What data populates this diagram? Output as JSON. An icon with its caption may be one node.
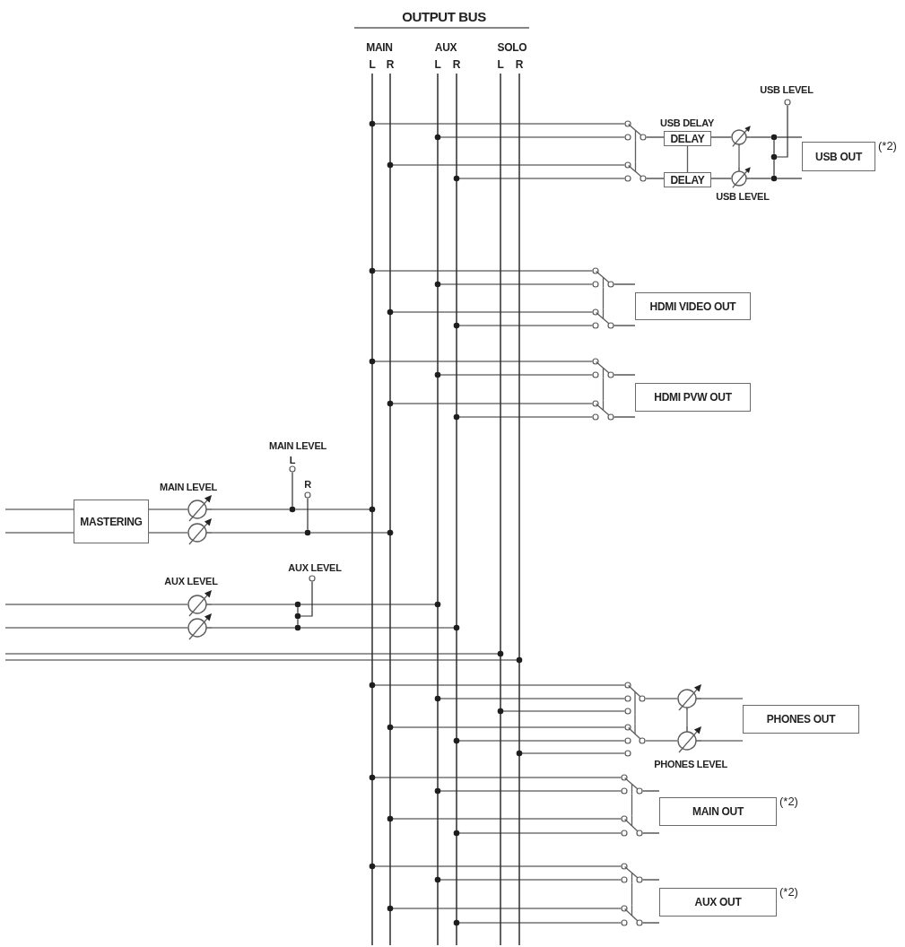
{
  "diagram": {
    "nodes": [
      {
        "text": [],
        "shape": "bar",
        "beside": [
          "L"
        ]
      },
      {
        "text": [],
        "shape": "bar",
        "beside": [
          "R"
        ]
      },
      {
        "text": [],
        "shape": "bar",
        "beside": [
          "L"
        ]
      },
      {
        "text": [],
        "shape": "bar",
        "beside": [
          "R"
        ]
      },
      {
        "text": [],
        "shape": "bar",
        "beside": [
          "L"
        ]
      },
      {
        "text": [],
        "shape": "bar",
        "beside": [
          "R"
        ]
      },
      {
        "text": [],
        "shape": "circle",
        "beside": [
          "USB LEVEL"
        ]
      },
      {
        "text": [],
        "shape": "switch"
      },
      {
        "text": [
          "DELAY"
        ],
        "beside": [
          "USB DELAY"
        ]
      },
      {
        "text": [],
        "shape": "dial"
      },
      {
        "text": [],
        "shape": "dot"
      },
      {
        "text": [
          "USB OUT"
        ],
        "beside": [
          "(*2)"
        ]
      },
      {
        "text": [],
        "shape": "dot"
      },
      {
        "text": [],
        "shape": "switch"
      },
      {
        "text": [
          "DELAY"
        ]
      },
      {
        "text": [],
        "shape": "dial",
        "beside": [
          "USB LEVEL"
        ]
      },
      {
        "text": [],
        "shape": "dot"
      },
      {
        "text": [],
        "shape": "switch"
      },
      {
        "text": [
          "HDMI VIDEO OUT"
        ]
      },
      {
        "text": [],
        "shape": "switch"
      },
      {
        "text": [],
        "shape": "switch"
      },
      {
        "text": [
          "HDMI PVW OUT"
        ]
      },
      {
        "text": [],
        "shape": "switch"
      },
      {
        "text": [],
        "shape": "circle",
        "beside": [
          "L"
        ]
      },
      {
        "text": [],
        "shape": "circle",
        "beside": [
          "R"
        ]
      },
      {
        "text": [
          "MASTERING"
        ]
      },
      {
        "text": [],
        "shape": "dial",
        "beside": [
          "MAIN LEVEL"
        ]
      },
      {
        "text": [],
        "shape": "dot"
      },
      {
        "text": [],
        "shape": "dial"
      },
      {
        "text": [],
        "shape": "dot"
      },
      {
        "text": [],
        "shape": "circle",
        "beside": [
          "AUX LEVEL"
        ]
      },
      {
        "text": [],
        "shape": "dial",
        "beside": [
          "AUX LEVEL"
        ]
      },
      {
        "text": [],
        "shape": "dot"
      },
      {
        "text": [],
        "shape": "dot"
      },
      {
        "text": [],
        "shape": "dial"
      },
      {
        "text": [],
        "shape": "dot"
      },
      {
        "text": [],
        "shape": "switch"
      },
      {
        "text": [],
        "shape": "dial"
      },
      {
        "text": [
          "PHONES OUT"
        ]
      },
      {
        "text": [],
        "shape": "switch"
      },
      {
        "text": [],
        "shape": "dial",
        "beside": [
          "PHONES LEVEL"
        ]
      },
      {
        "text": [],
        "shape": "switch"
      },
      {
        "text": [
          "MAIN OUT"
        ],
        "beside": [
          "(*2)"
        ]
      },
      {
        "text": [],
        "shape": "switch"
      },
      {
        "text": [],
        "shape": "switch"
      },
      {
        "text": [
          "AUX OUT"
        ],
        "beside": [
          "(*2)"
        ]
      },
      {
        "text": [],
        "shape": "switch"
      }
    ],
    "edges": [
      {
        "from": 0,
        "to": 7,
        "arrow": "none"
      },
      {
        "from": 2,
        "to": 7,
        "arrow": "none"
      },
      {
        "from": 1,
        "to": 13,
        "arrow": "none"
      },
      {
        "from": 3,
        "to": 13,
        "arrow": "none"
      },
      {
        "from": 7,
        "to": 8,
        "arrow": "none"
      },
      {
        "from": 13,
        "to": 14,
        "arrow": "none"
      },
      {
        "from": 7,
        "to": 13,
        "arrow": "none"
      },
      {
        "from": 8,
        "to": 14,
        "arrow": "none"
      },
      {
        "from": 8,
        "to": 9,
        "arrow": "none"
      },
      {
        "from": 14,
        "to": 15,
        "arrow": "none"
      },
      {
        "from": 9,
        "to": 15,
        "arrow": "none"
      },
      {
        "from": 9,
        "to": 10,
        "arrow": "none"
      },
      {
        "from": 15,
        "to": 16,
        "arrow": "none"
      },
      {
        "from": 10,
        "to": 11,
        "arrow": "none"
      },
      {
        "from": 16,
        "to": 11,
        "arrow": "none"
      },
      {
        "from": 10,
        "to": 12,
        "arrow": "none"
      },
      {
        "from": 12,
        "to": 16,
        "arrow": "none"
      },
      {
        "from": 6,
        "to": 12,
        "arrow": "none"
      },
      {
        "from": 0,
        "to": 17,
        "arrow": "none"
      },
      {
        "from": 2,
        "to": 17,
        "arrow": "none"
      },
      {
        "from": 1,
        "to": 19,
        "arrow": "none"
      },
      {
        "from": 3,
        "to": 19,
        "arrow": "none"
      },
      {
        "from": 17,
        "to": 19,
        "arrow": "none"
      },
      {
        "from": 17,
        "to": 18,
        "arrow": "none"
      },
      {
        "from": 19,
        "to": 18,
        "arrow": "none"
      },
      {
        "from": 0,
        "to": 20,
        "arrow": "none"
      },
      {
        "from": 2,
        "to": 20,
        "arrow": "none"
      },
      {
        "from": 1,
        "to": 22,
        "arrow": "none"
      },
      {
        "from": 3,
        "to": 22,
        "arrow": "none"
      },
      {
        "from": 20,
        "to": 22,
        "arrow": "none"
      },
      {
        "from": 20,
        "to": 21,
        "arrow": "none"
      },
      {
        "from": 22,
        "to": 21,
        "arrow": "none"
      },
      {
        "from": null,
        "to": 25,
        "arrow": "none"
      },
      {
        "from": null,
        "to": 25,
        "arrow": "none"
      },
      {
        "from": 25,
        "to": 26,
        "arrow": "none"
      },
      {
        "from": 25,
        "to": 28,
        "arrow": "none"
      },
      {
        "from": 26,
        "to": 27,
        "arrow": "none"
      },
      {
        "from": 27,
        "to": 0,
        "arrow": "none"
      },
      {
        "from": 28,
        "to": 29,
        "arrow": "none"
      },
      {
        "from": 29,
        "to": 1,
        "arrow": "none"
      },
      {
        "from": 23,
        "to": 27,
        "arrow": "none"
      },
      {
        "from": 24,
        "to": 29,
        "arrow": "none"
      },
      {
        "from": null,
        "to": 31,
        "arrow": "none"
      },
      {
        "from": null,
        "to": 34,
        "arrow": "none"
      },
      {
        "from": 31,
        "to": 32,
        "arrow": "none"
      },
      {
        "from": 32,
        "to": 2,
        "arrow": "none"
      },
      {
        "from": 34,
        "to": 35,
        "arrow": "none"
      },
      {
        "from": 35,
        "to": 3,
        "arrow": "none"
      },
      {
        "from": 32,
        "to": 33,
        "arrow": "none"
      },
      {
        "from": 33,
        "to": 35,
        "arrow": "none"
      },
      {
        "from": 30,
        "to": 33,
        "arrow": "none"
      },
      {
        "from": null,
        "to": 4,
        "arrow": "none"
      },
      {
        "from": null,
        "to": 5,
        "arrow": "none"
      },
      {
        "from": 0,
        "to": 36,
        "arrow": "none"
      },
      {
        "from": 2,
        "to": 36,
        "arrow": "none"
      },
      {
        "from": 4,
        "to": 36,
        "arrow": "none"
      },
      {
        "from": 1,
        "to": 39,
        "arrow": "none"
      },
      {
        "from": 3,
        "to": 39,
        "arrow": "none"
      },
      {
        "from": 5,
        "to": 39,
        "arrow": "none"
      },
      {
        "from": 36,
        "to": 39,
        "arrow": "none"
      },
      {
        "from": 36,
        "to": 37,
        "arrow": "none"
      },
      {
        "from": 39,
        "to": 40,
        "arrow": "none"
      },
      {
        "from": 37,
        "to": 40,
        "arrow": "none"
      },
      {
        "from": 37,
        "to": 38,
        "arrow": "none"
      },
      {
        "from": 40,
        "to": 38,
        "arrow": "none"
      },
      {
        "from": 0,
        "to": 41,
        "arrow": "none"
      },
      {
        "from": 2,
        "to": 41,
        "arrow": "none"
      },
      {
        "from": 1,
        "to": 43,
        "arrow": "none"
      },
      {
        "from": 3,
        "to": 43,
        "arrow": "none"
      },
      {
        "from": 41,
        "to": 43,
        "arrow": "none"
      },
      {
        "from": 41,
        "to": 42,
        "arrow": "none"
      },
      {
        "from": 43,
        "to": 42,
        "arrow": "none"
      },
      {
        "from": 0,
        "to": 44,
        "arrow": "none"
      },
      {
        "from": 2,
        "to": 44,
        "arrow": "none"
      },
      {
        "from": 1,
        "to": 46,
        "arrow": "none"
      },
      {
        "from": 3,
        "to": 46,
        "arrow": "none"
      },
      {
        "from": 44,
        "to": 46,
        "arrow": "none"
      },
      {
        "from": 44,
        "to": 45,
        "arrow": "none"
      },
      {
        "from": 46,
        "to": 45,
        "arrow": "none"
      }
    ],
    "labels": [
      "OUTPUT BUS",
      "MAIN",
      "AUX",
      "SOLO",
      "MAIN LEVEL"
    ]
  }
}
